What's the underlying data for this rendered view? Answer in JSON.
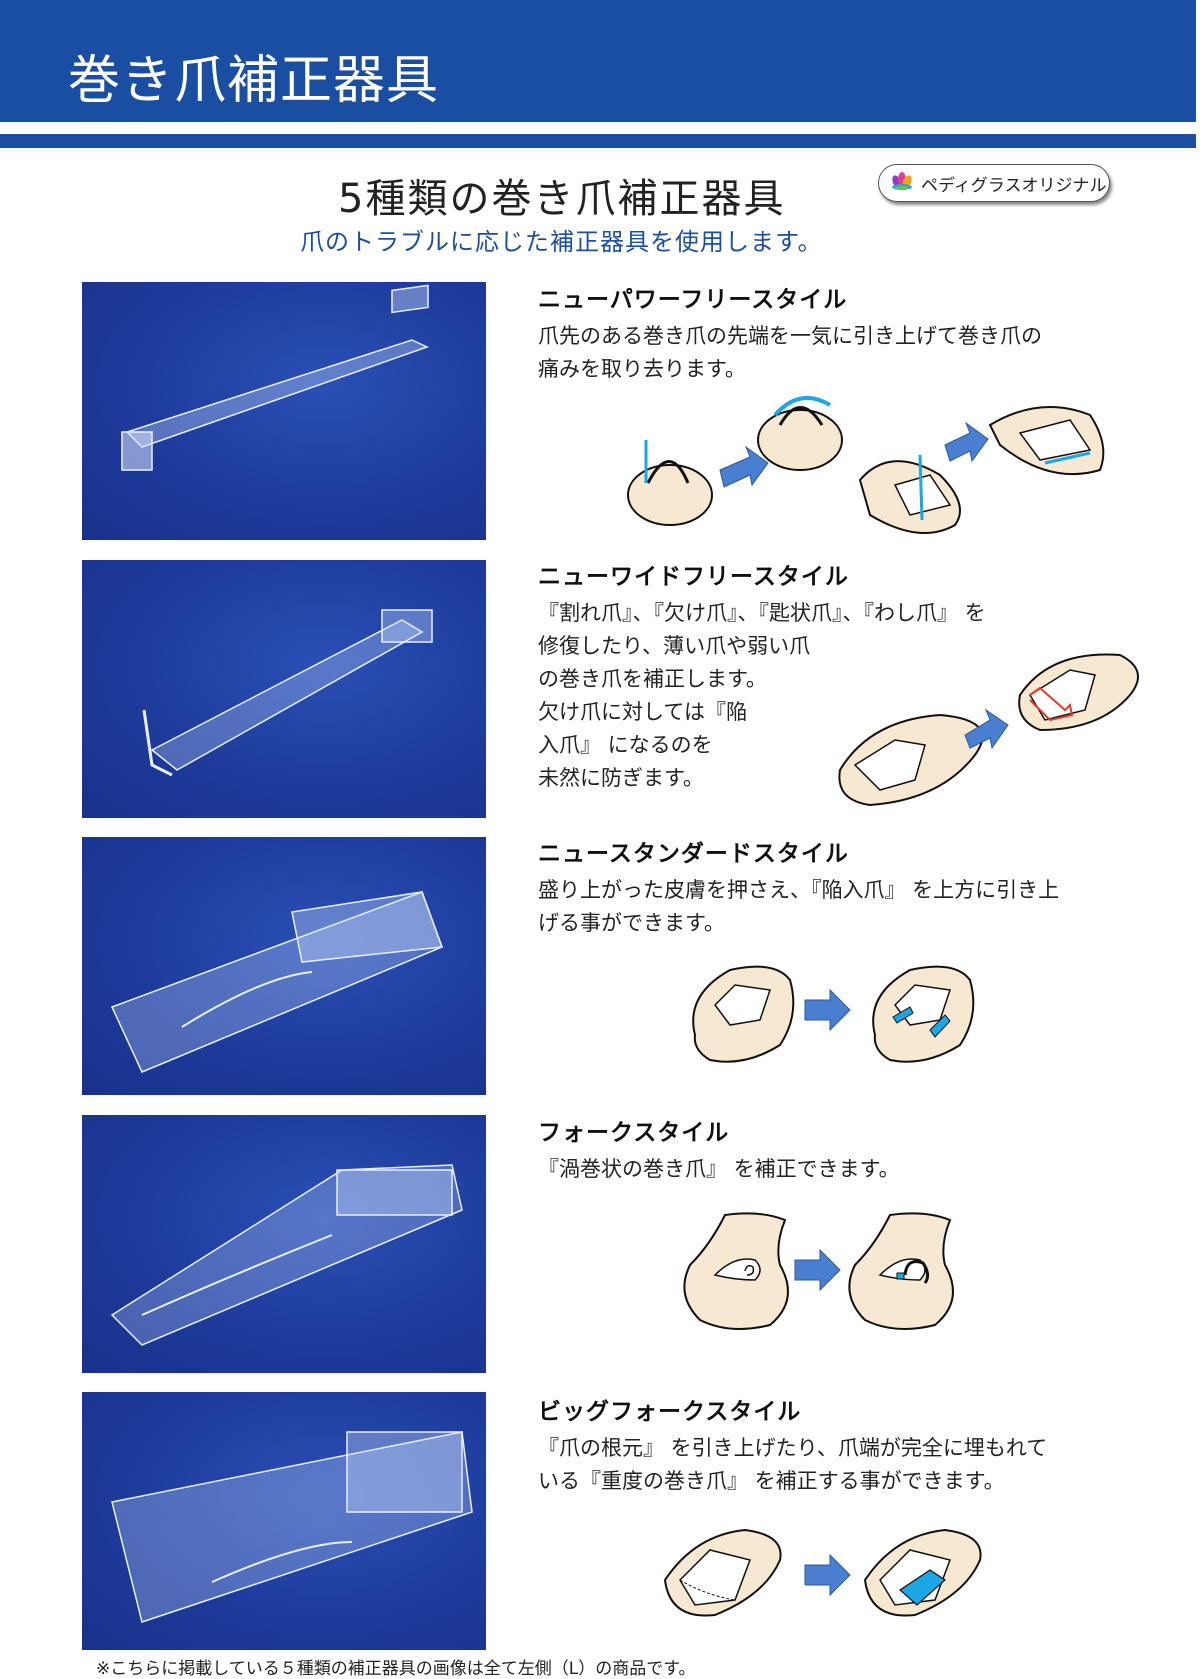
{
  "header": {
    "title": "巻き爪補正器具",
    "color": "#1a4ea3"
  },
  "intro": {
    "title": "5種類の巻き爪補正器具",
    "badge": {
      "icon": "lotus-logo-icon",
      "label": "ペディグラスオリジナル"
    },
    "subtitle": "爪のトラブルに応じた補正器具を使用します。",
    "subtitle_color": "#1d4fa0"
  },
  "products": [
    {
      "name": "ニューパワーフリースタイル",
      "description": "爪先のある巻き爪の先端を一気に引き上げて巻き爪の\n痛みを取り去ります。",
      "photo_alt": "clear thin bar brace on blue background"
    },
    {
      "name": "ニューワイドフリースタイル",
      "description": "『割れ爪』、『欠け爪』、『匙状爪』、『わし爪』 を\n修復したり、薄い爪や弱い爪\nの巻き爪を補正します。\n欠け爪に対しては『陥\n入爪』 になるのを\n未然に防ぎます。",
      "photo_alt": "clear wide brace with hook on blue background"
    },
    {
      "name": "ニュースタンダードスタイル",
      "description": "盛り上がった皮膚を押さえ、『陥入爪』 を上方に引き上\nげる事ができます。",
      "photo_alt": "clear standard brace on blue background"
    },
    {
      "name": "フォークスタイル",
      "description": "『渦巻状の巻き爪』 を補正できます。",
      "photo_alt": "clear fork brace on blue background"
    },
    {
      "name": "ビッグフォークスタイル",
      "description": "『爪の根元』 を引き上げたり、爪端が完全に埋もれて\nいる『重度の巻き爪』 を補正する事ができます。",
      "photo_alt": "clear big fork brace on blue background"
    }
  ],
  "colors": {
    "skin": "#f7e8d2",
    "brace_blue": "#1ba6e6",
    "arrow_blue": "#4a7fcf",
    "repair_red": "#e43a2a"
  },
  "footnote": "※こちらに掲載している５種類の補正器具の画像は全て左側（L）の商品です。"
}
